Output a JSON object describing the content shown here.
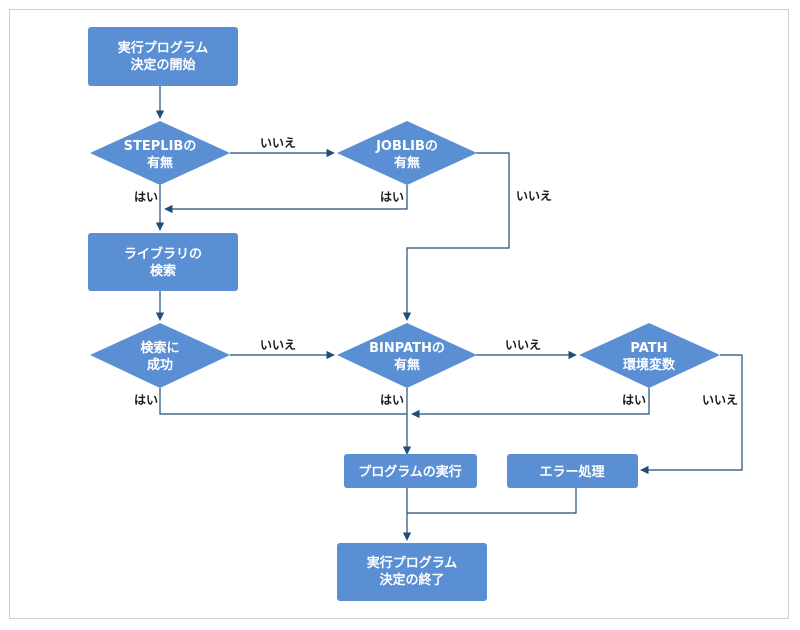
{
  "colors": {
    "node_fill": "#5b8fd4",
    "edge": "#1f4e79",
    "frame": "#c4d0dc",
    "label_text": "#1a1a1a",
    "node_text": "#ffffff"
  },
  "nodes": {
    "start": [
      "実行プログラム",
      "決定の開始"
    ],
    "steplib": [
      "STEPLIBの",
      "有無"
    ],
    "joblib": [
      "JOBLIBの",
      "有無"
    ],
    "library_search": [
      "ライブラリの",
      "検索"
    ],
    "search_success": [
      "検索に",
      "成功"
    ],
    "binpath": [
      "BINPATHの",
      "有無"
    ],
    "path_env": [
      "PATH",
      "環境変数"
    ],
    "run_program": [
      "プログラムの実行"
    ],
    "error_handling": [
      "エラー処理"
    ],
    "end": [
      "実行プログラム",
      "決定の終了"
    ]
  },
  "edge_labels": {
    "steplib_no": "いいえ",
    "steplib_yes": "はい",
    "joblib_yes": "はい",
    "joblib_no": "いいえ",
    "search_no": "いいえ",
    "search_yes": "はい",
    "binpath_no": "いいえ",
    "binpath_yes": "はい",
    "path_yes": "はい",
    "path_no": "いいえ"
  }
}
